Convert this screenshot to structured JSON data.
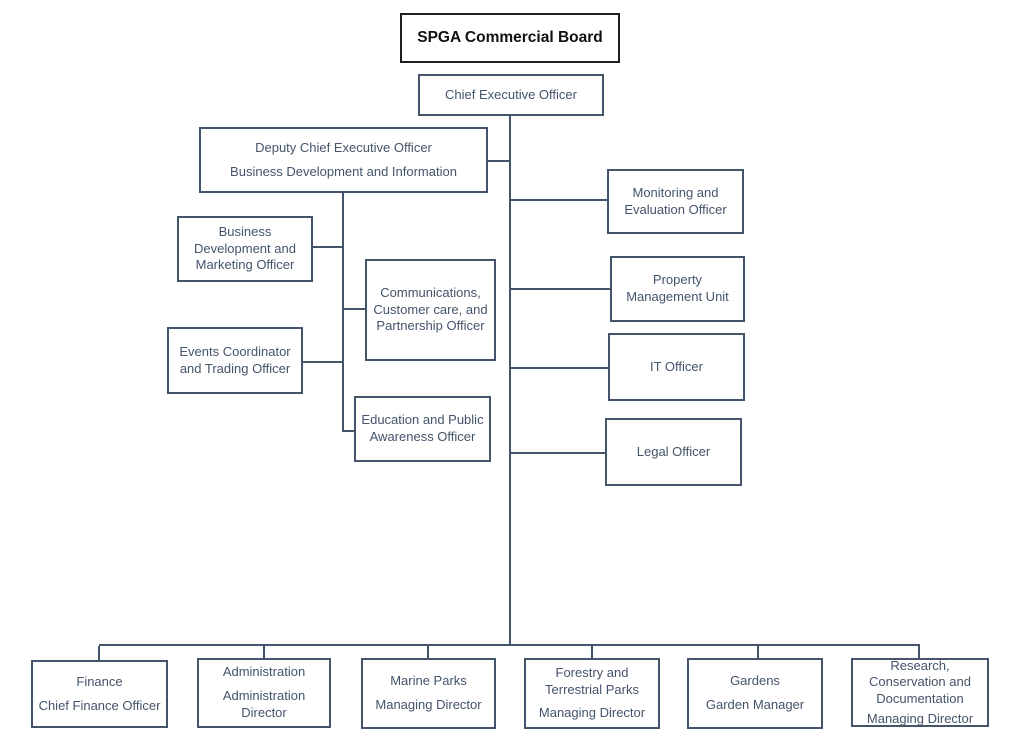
{
  "title": {
    "label": "SPGA Commercial Board"
  },
  "nodes": {
    "ceo": {
      "para1": [
        "Chief Executive Officer"
      ]
    },
    "deputy": {
      "para1": [
        "Deputy Chief Executive Officer"
      ],
      "para2": [
        "Business Development and Information"
      ]
    },
    "bdm": {
      "para1": [
        "Business",
        "Development and",
        "Marketing Officer"
      ]
    },
    "comms": {
      "para1": [
        "Communications,",
        "Customer care, and",
        "Partnership Officer"
      ]
    },
    "events": {
      "para1": [
        "Events Coordinator",
        "and Trading Officer"
      ]
    },
    "education": {
      "para1": [
        "Education and Public",
        "Awareness Officer"
      ]
    },
    "monitoring": {
      "para1": [
        "Monitoring and",
        "Evaluation Officer"
      ]
    },
    "property": {
      "para1": [
        "Property",
        "Management Unit"
      ]
    },
    "it": {
      "para1": [
        "IT Officer"
      ]
    },
    "legal": {
      "para1": [
        "Legal Officer"
      ]
    },
    "finance": {
      "para1": [
        "Finance"
      ],
      "para2": [
        "Chief Finance Officer"
      ]
    },
    "administration": {
      "para1": [
        "Administration"
      ],
      "para2": [
        "Administration",
        "Director"
      ]
    },
    "marine": {
      "para1": [
        "Marine Parks"
      ],
      "para2": [
        "Managing Director"
      ]
    },
    "forestry": {
      "para1": [
        "Forestry and",
        "Terrestrial Parks"
      ],
      "para2": [
        "Managing Director"
      ]
    },
    "gardens": {
      "para1": [
        "Gardens"
      ],
      "para2": [
        "Garden Manager"
      ]
    },
    "research": {
      "para1": [
        "Research,",
        "Conservation and",
        "Documentation"
      ],
      "para2": [
        "Managing Director"
      ]
    }
  },
  "colors": {
    "connector": "#44546A",
    "node_border": "#44546A",
    "node_text": "#44546A",
    "title_border": "#1f1f1f",
    "title_text": "#111111",
    "background": "#ffffff"
  }
}
